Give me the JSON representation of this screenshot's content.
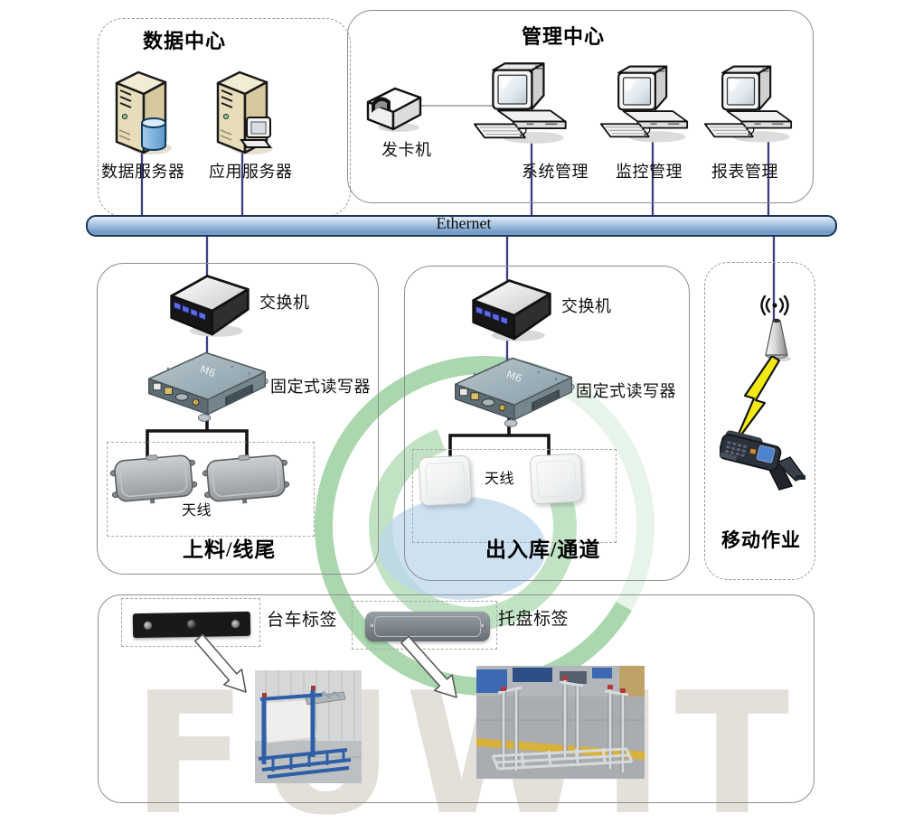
{
  "watermark": {
    "text": "FUWIT"
  },
  "network": {
    "ethernet_label": "Ethernet"
  },
  "data_center": {
    "title": "数据中心",
    "server1_label": "数据服务器",
    "server2_label": "应用服务器"
  },
  "management_center": {
    "title": "管理中心",
    "card_issuer_label": "发卡机",
    "ws1_label": "系统管理",
    "ws2_label": "监控管理",
    "ws3_label": "报表管理"
  },
  "feeding_zone": {
    "title": "上料/线尾",
    "switch_label": "交换机",
    "reader_label": "固定式读写器",
    "antenna_label": "天线"
  },
  "warehouse_zone": {
    "title": "出入库/通道",
    "switch_label": "交换机",
    "reader_label": "固定式读写器",
    "antenna_label": "天线"
  },
  "mobile_zone": {
    "title": "移动作业"
  },
  "tag_section": {
    "trolley_tag_label": "台车标签",
    "pallet_tag_label": "托盘标签"
  },
  "colors": {
    "bus_fill": "#8db1d6",
    "bus_border": "#17365d",
    "wire": "#3c3c82",
    "antenna_feed_line": "#141414",
    "watermark_green": "#96ce9c",
    "watermark_blue": "#bbd6ec",
    "watermark_text": "#e3dfd9",
    "switch_led": "#5b6ae8",
    "lightning_yellow": "#f2ea12"
  }
}
